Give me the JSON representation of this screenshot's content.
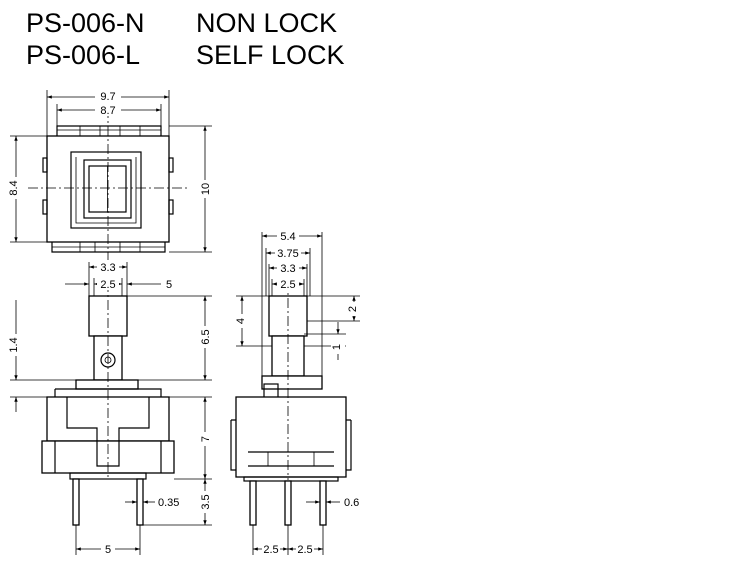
{
  "header": {
    "row1": {
      "code": "PS-006-N",
      "type": "NON LOCK"
    },
    "row2": {
      "code": "PS-006-L",
      "type": "SELF LOCK"
    }
  },
  "dims": {
    "top_w_outer": "9.7",
    "top_w_inner": "8.7",
    "top_h_left": "8.4",
    "top_h_right": "10",
    "front_3_3": "3.3",
    "front_2_5": "2.5",
    "front_5": "5",
    "front_6_5": "6.5",
    "front_1_4": "1.4",
    "front_7": "7",
    "front_0_35": "0.35",
    "front_3_5": "3.5",
    "front_bottom_5": "5",
    "side_5_4": "5.4",
    "side_3_75": "3.75",
    "side_3_3": "3.3",
    "side_2_5": "2.5",
    "side_4": "4",
    "side_2": "2",
    "side_1": "1",
    "side_0_6": "0.6",
    "side_pitch_a": "2.5",
    "side_pitch_b": "2.5"
  }
}
